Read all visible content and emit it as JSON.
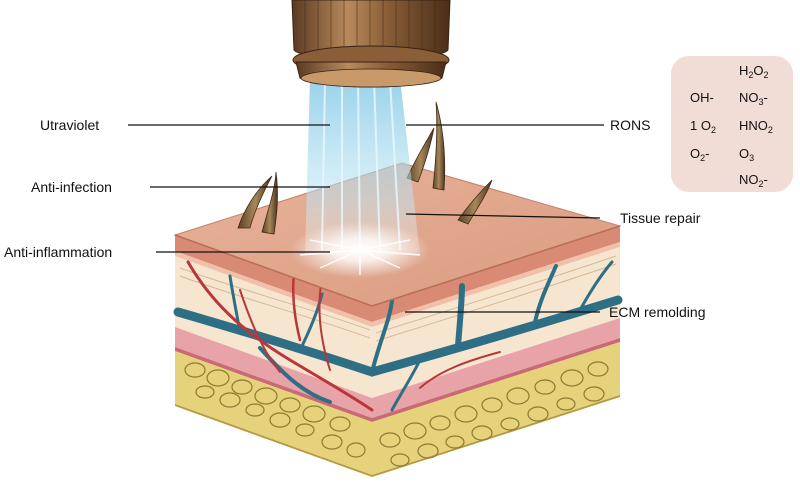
{
  "labels": {
    "uv": "Utraviolet",
    "anti_infection": "Anti-infection",
    "anti_inflammation": "Anti-inflammation",
    "rons": "RONS",
    "tissue_repair": "Tissue repair",
    "ecm": "ECM remolding"
  },
  "species": {
    "h2o2": {
      "base": "H",
      "s1": "2",
      "mid": "O",
      "s2": "2"
    },
    "oh": {
      "base": "OH-"
    },
    "no3": {
      "base": "NO",
      "s1": "3",
      "tail": "-"
    },
    "o2_singlet": {
      "pre": "1",
      "base": "O",
      "s1": "2"
    },
    "hno2": {
      "base": "HNO",
      "s1": "2"
    },
    "o2_minus": {
      "base": "O",
      "s1": "2",
      "tail": "-"
    },
    "o3": {
      "base": "O",
      "s1": "3"
    },
    "no2": {
      "base": "NO",
      "s1": "2",
      "tail": "-"
    }
  },
  "colors": {
    "epidermis": "#e8a98e",
    "dermis": "#f6e6cf",
    "vein": "#2f6f86",
    "artery": "#b8373b",
    "fat": "#e5d27a",
    "rons_box": "#f2dcd6",
    "plasma": "#a9dcef"
  }
}
